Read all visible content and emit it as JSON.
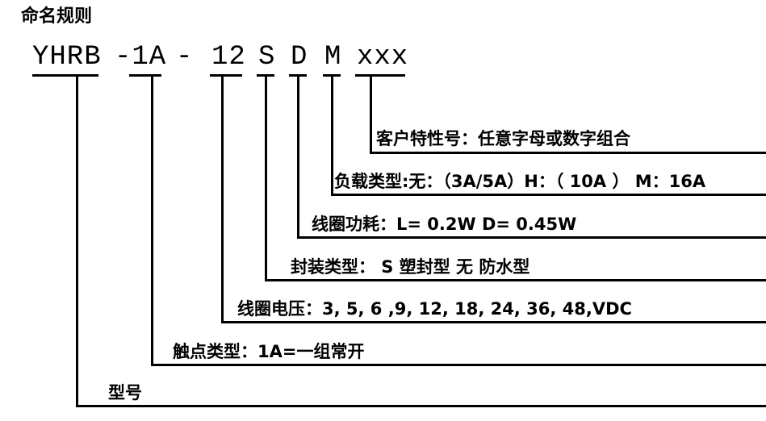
{
  "title": "命名规则",
  "code_parts": {
    "p1": "YHRB",
    "p2": "-1A",
    "dash": "-",
    "p3": "12",
    "p4": "S",
    "p5": "D",
    "p6": "M",
    "p7": "xxx"
  },
  "descriptions": {
    "custom": "客户特性号：任意字母或数字组合",
    "load": "负载类型:无：（3A/5A）H：（ 10A ） M：16A",
    "coil_power": "线圈功耗：L= 0.2W  D= 0.45W",
    "package": "封装类型： S 塑封型  无 防水型",
    "coil_voltage": "线圈电压：3, 5, 6 ,9, 12, 18, 24, 36, 48,VDC",
    "contact": "触点类型：1A=一组常开",
    "model": "型号"
  }
}
